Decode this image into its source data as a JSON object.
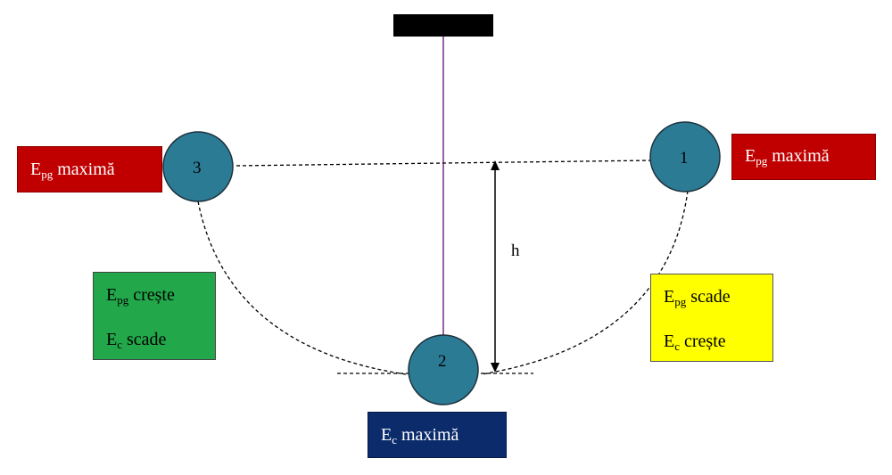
{
  "balls": [
    {
      "id": "1",
      "label": "1"
    },
    {
      "id": "2",
      "label": "2"
    },
    {
      "id": "3",
      "label": "3"
    }
  ],
  "height_label": "h",
  "boxes": {
    "top_left": {
      "symbol": "E",
      "sub": "pg",
      "text": " maximă"
    },
    "top_right": {
      "symbol": "E",
      "sub": "pg",
      "text": " maximă"
    },
    "green": {
      "line1": {
        "symbol": "E",
        "sub": "pg",
        "text": " crește"
      },
      "line2": {
        "symbol": "E",
        "sub": "c",
        "text": " scade"
      }
    },
    "yellow": {
      "line1": {
        "symbol": "E",
        "sub": "pg",
        "text": " scade"
      },
      "line2": {
        "symbol": "E",
        "sub": "c",
        "text": " crește"
      }
    },
    "bottom": {
      "symbol": "E",
      "sub": "c",
      "text": " maximă"
    }
  },
  "colors": {
    "ball_fill": "#2b7b95",
    "string": "#7a2a8a",
    "mount": "#000000",
    "box_red": "#c00000",
    "box_green": "#22a84a",
    "box_yellow": "#ffff00",
    "box_navy": "#0b2b6b"
  }
}
